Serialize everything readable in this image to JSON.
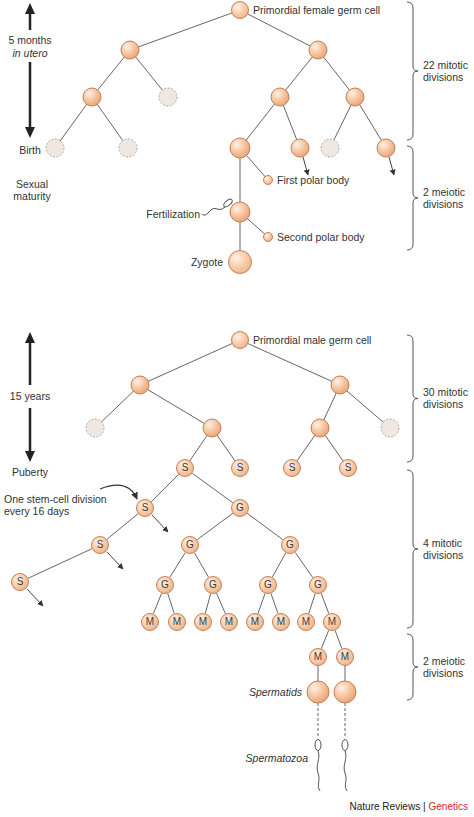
{
  "diagram": {
    "nodes": [
      {
        "text": [
          "Primordial female germ cell"
        ]
      },
      {
        "text": [
          "First polar body"
        ]
      },
      {
        "text": [
          "Second polar body"
        ]
      },
      {
        "text": [
          "Zygote"
        ]
      },
      {
        "text": [
          "Primordial male germ cell"
        ]
      },
      {
        "text": [
          "S"
        ]
      },
      {
        "text": [
          "S"
        ]
      },
      {
        "text": [
          "S"
        ]
      },
      {
        "text": [
          "S"
        ]
      },
      {
        "text": [
          "S"
        ]
      },
      {
        "text": [
          "G"
        ]
      },
      {
        "text": [
          "S"
        ]
      },
      {
        "text": [
          "G"
        ]
      },
      {
        "text": [
          "G"
        ]
      },
      {
        "text": [
          "S"
        ]
      },
      {
        "text": [
          "G"
        ]
      },
      {
        "text": [
          "G"
        ]
      },
      {
        "text": [
          "G"
        ]
      },
      {
        "text": [
          "G"
        ]
      },
      {
        "text": [
          "M"
        ]
      },
      {
        "text": [
          "M"
        ]
      },
      {
        "text": [
          "M"
        ]
      },
      {
        "text": [
          "M"
        ]
      },
      {
        "text": [
          "M"
        ]
      },
      {
        "text": [
          "M"
        ]
      },
      {
        "text": [
          "M"
        ]
      },
      {
        "text": [
          "M"
        ]
      },
      {
        "text": [
          "M"
        ]
      },
      {
        "text": [
          "M"
        ]
      }
    ],
    "edges": [
      {
        "from": 5,
        "to": 9,
        "arrow": "none"
      },
      {
        "from": 5,
        "to": 10,
        "arrow": "none"
      },
      {
        "from": 9,
        "to": 11,
        "arrow": "none"
      },
      {
        "from": 11,
        "to": 14,
        "arrow": "none"
      },
      {
        "from": 10,
        "to": 12,
        "arrow": "none"
      },
      {
        "from": 10,
        "to": 13,
        "arrow": "none"
      },
      {
        "from": 12,
        "to": 15,
        "arrow": "none"
      },
      {
        "from": 12,
        "to": 16,
        "arrow": "none"
      },
      {
        "from": 13,
        "to": 17,
        "arrow": "none"
      },
      {
        "from": 13,
        "to": 18,
        "arrow": "none"
      },
      {
        "from": 15,
        "to": 19,
        "arrow": "none"
      },
      {
        "from": 15,
        "to": 20,
        "arrow": "none"
      },
      {
        "from": 16,
        "to": 21,
        "arrow": "none"
      },
      {
        "from": 16,
        "to": 22,
        "arrow": "none"
      },
      {
        "from": 17,
        "to": 23,
        "arrow": "none"
      },
      {
        "from": 17,
        "to": 24,
        "arrow": "none"
      },
      {
        "from": 18,
        "to": 25,
        "arrow": "none"
      },
      {
        "from": 18,
        "to": 26,
        "arrow": "none"
      },
      {
        "from": 26,
        "to": 27,
        "arrow": "none"
      },
      {
        "from": 26,
        "to": 28,
        "arrow": "none"
      }
    ],
    "labels": [
      "5 months",
      "in utero",
      "Birth",
      "Sexual maturity",
      "Fertilization",
      "22 mitotic divisions",
      "2 meiotic divisions",
      "15 years",
      "Puberty",
      "One stem-cell division every 16 days",
      "30 mitotic divisions",
      "4 mitotic divisions",
      "2 meiotic divisions",
      "Spermatids",
      "Spermatozoa",
      "Nature Reviews |",
      "Genetics"
    ]
  }
}
